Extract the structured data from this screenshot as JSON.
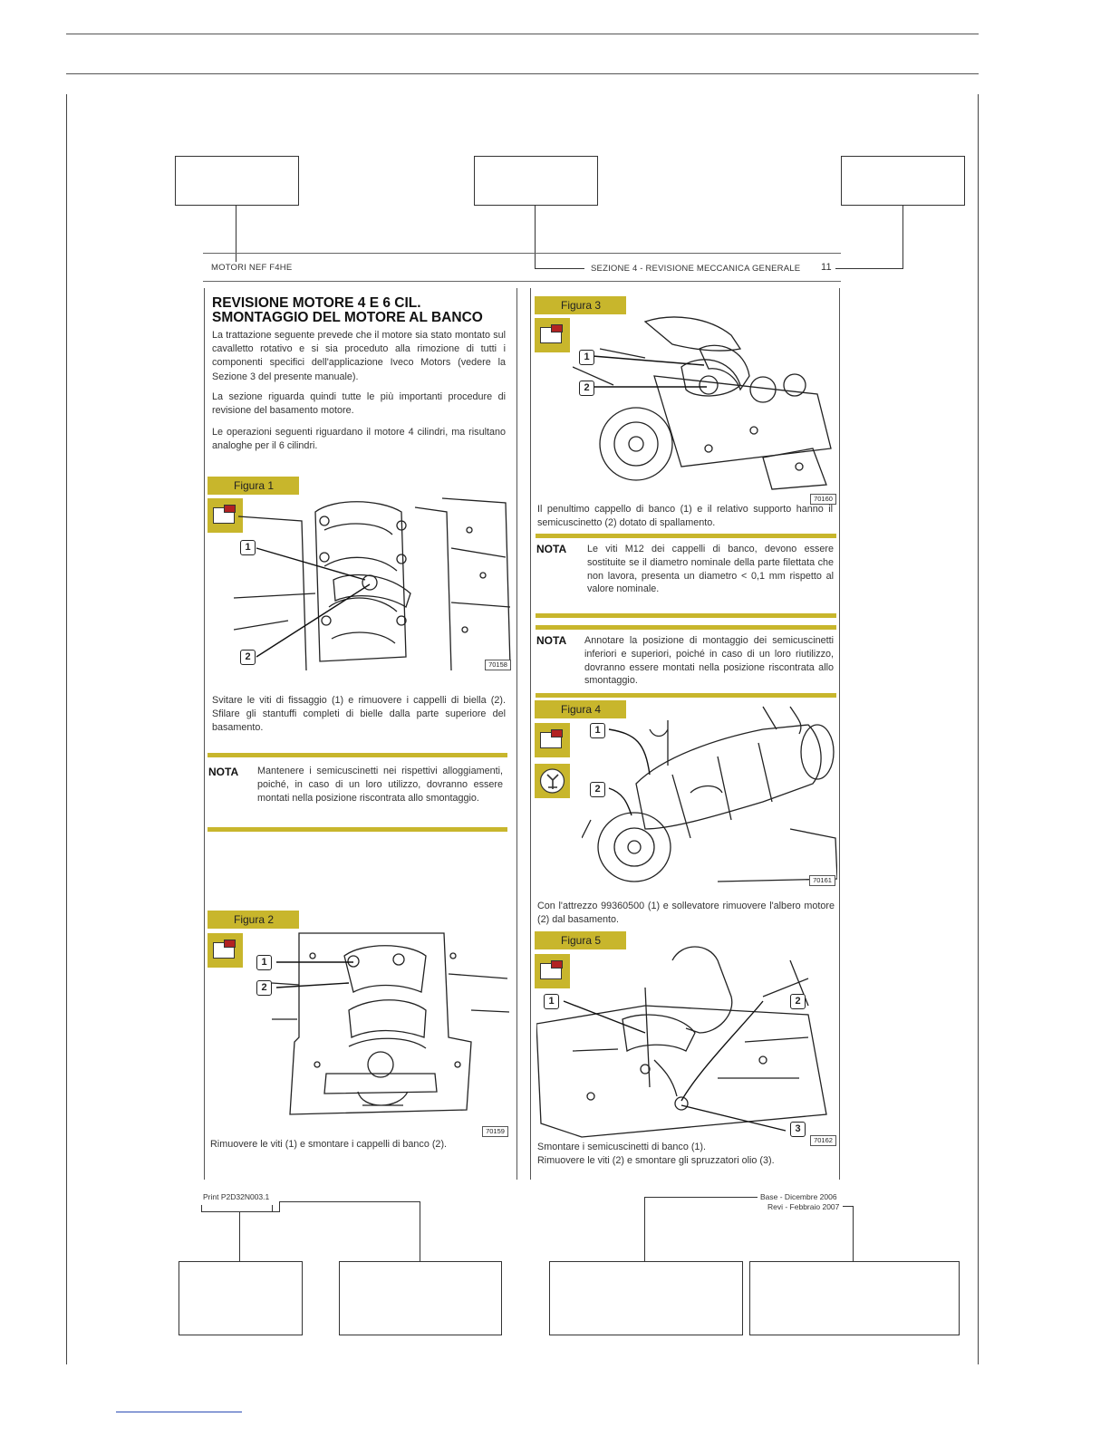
{
  "page": {
    "header_left": "MOTORI NEF F4HE",
    "header_center": "SEZIONE 4 - REVISIONE MECCANICA GENERALE",
    "page_number": "11"
  },
  "left_column": {
    "title_line1": "REVISIONE MOTORE 4 E 6 CIL.",
    "title_line2": "SMONTAGGIO DEL MOTORE AL BANCO",
    "intro_p1": "La trattazione seguente prevede che il motore sia stato montato sul cavalletto rotativo e si sia proceduto alla rimozione di tutti i componenti specifici dell'applicazione Iveco Motors (vedere la Sezione 3 del presente manuale).",
    "intro_p2": "La sezione riguarda quindi tutte le più importanti procedure di revisione del basamento motore.",
    "intro_p3": "Le operazioni seguenti riguardano il motore 4 cilindri, ma risultano analoghe per il 6 cilindri.",
    "figure1": {
      "label": "Figura 1",
      "code": "70158",
      "callouts": [
        "1",
        "2"
      ]
    },
    "figure1_caption": "Svitare le viti di fissaggio (1) e rimuovere i cappelli di biella (2). Sfilare gli stantuffi completi di bielle dalla parte superiore del basamento.",
    "nota1_label": "NOTA",
    "nota1_text": "Mantenere i semicuscinetti nei rispettivi alloggiamenti, poiché, in caso di un loro utilizzo, dovranno essere montati nella posizione riscontrata allo smontaggio.",
    "figure2": {
      "label": "Figura 2",
      "code": "70159",
      "callouts": [
        "1",
        "2"
      ]
    },
    "figure2_caption": "Rimuovere le viti (1) e smontare i cappelli di banco (2)."
  },
  "right_column": {
    "figure3": {
      "label": "Figura 3",
      "code": "70160",
      "callouts": [
        "1",
        "2"
      ]
    },
    "figure3_caption": "Il penultimo cappello di banco (1) e il relativo supporto hanno il semicuscinetto (2) dotato di spallamento.",
    "nota2_label": "NOTA",
    "nota2_text": "Le viti M12 dei cappelli di banco, devono essere sostituite se il diametro nominale della parte filettata che non lavora, presenta un diametro < 0,1 mm rispetto al valore nominale.",
    "nota3_label": "NOTA",
    "nota3_text": "Annotare la posizione di montaggio dei semicuscinetti inferiori e superiori, poiché in caso di un loro riutilizzo, dovranno essere montati nella posizione riscontrata allo smontaggio.",
    "figure4": {
      "label": "Figura 4",
      "code": "70161",
      "callouts": [
        "1",
        "2"
      ]
    },
    "figure4_caption": "Con l'attrezzo 99360500 (1) e sollevatore rimuovere l'albero motore (2) dal basamento.",
    "figure5": {
      "label": "Figura 5",
      "code": "70162",
      "callouts": [
        "1",
        "2",
        "3"
      ]
    },
    "figure5_caption_line1": "Smontare i semicuscinetti di banco (1).",
    "figure5_caption_line2": "Rimuovere le viti (2) e smontare gli spruzzatori olio (3)."
  },
  "footer": {
    "print_code": "Print P2D32N003.1",
    "base_date": "Base - Dicembre 2006",
    "revision_date": "Revi - Febbraio 2007"
  },
  "colors": {
    "accent": "#c8b62c",
    "icon_red": "#b22222"
  },
  "icons": [
    "section-icon",
    "tool-icon"
  ]
}
